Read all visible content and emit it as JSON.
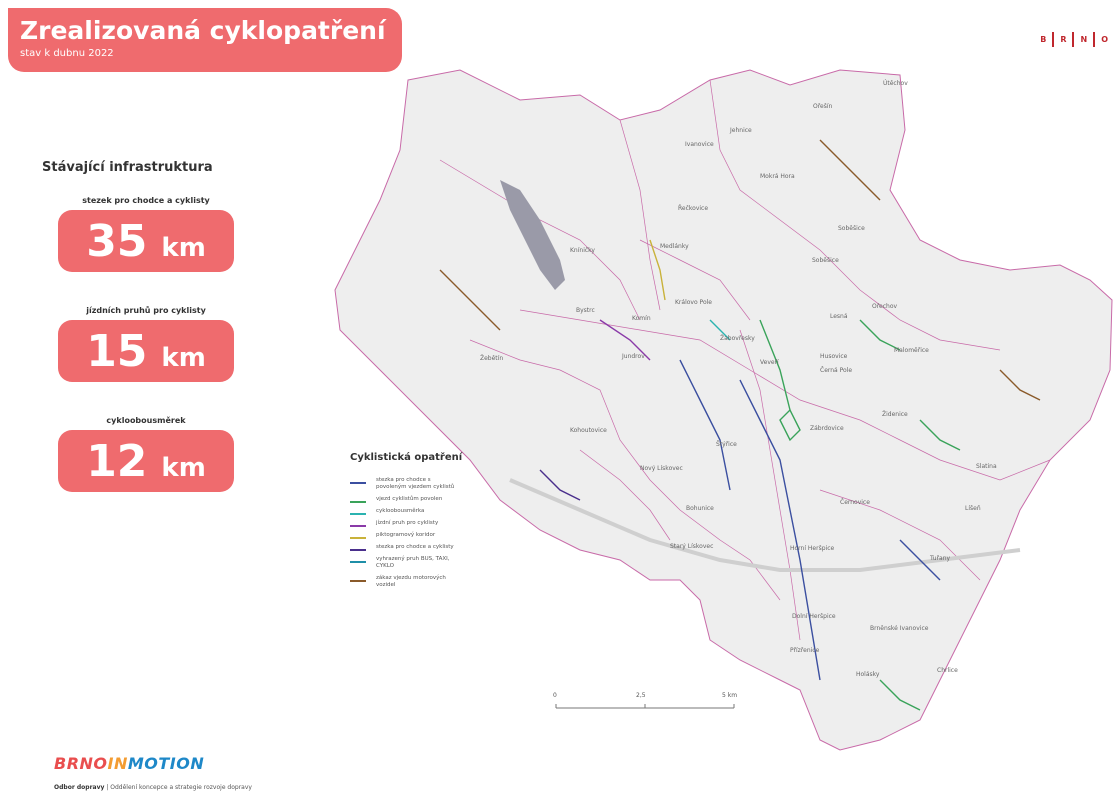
{
  "title": {
    "main": "Zrealizovaná cyklopatření",
    "sub": "stav k dubnu 2022"
  },
  "brand": {
    "logo_letters": [
      "B",
      "R",
      "N",
      "O"
    ],
    "accent_color": "#ef6b6e"
  },
  "infrastructure": {
    "heading": "Stávající infrastruktura",
    "stats": [
      {
        "label": "stezek pro chodce a cyklisty",
        "value": "35",
        "unit": "km"
      },
      {
        "label": "jízdních pruhů pro cyklisty",
        "value": "15",
        "unit": "km"
      },
      {
        "label": "cykloobousměrek",
        "value": "12",
        "unit": "km"
      }
    ]
  },
  "legend": {
    "title": "Cyklistická opatření",
    "items": [
      {
        "text": "stezka pro chodce s povoleným vjezdem cyklistů",
        "color": "#3b4fa0"
      },
      {
        "text": "vjezd cyklistům povolen",
        "color": "#3aa35a"
      },
      {
        "text": "cykloobousměrka",
        "color": "#2bb3b0"
      },
      {
        "text": "jízdní pruh pro cyklisty",
        "color": "#8a3aa8"
      },
      {
        "text": "piktogramový koridor",
        "color": "#c9b23a"
      },
      {
        "text": "stezka pro chodce a cyklisty",
        "color": "#4a2f8c"
      },
      {
        "text": "vyhrazený pruh BUS, TAXI, CYKLO",
        "color": "#1f8fa8"
      },
      {
        "text": "zákaz vjezdu motorových vozidel",
        "color": "#8a5a2a"
      }
    ]
  },
  "map": {
    "districts": [
      "Útěchov",
      "Ořešín",
      "Jehnice",
      "Ivanovice",
      "Mokrá Hora",
      "Řečkovice",
      "Medlánky",
      "Soběšice",
      "Soběšice",
      "Kníničky",
      "Komín",
      "Bystrc",
      "Královo Pole",
      "Žebětín",
      "Jundrov",
      "Žabovřesky",
      "Lesná",
      "Ořechov",
      "Husovice",
      "Černá Pole",
      "Maloměřice",
      "Veveří",
      "Zábrdovice",
      "Židenice",
      "Kohoutovice",
      "Štýřice",
      "Nový Lískovec",
      "Bohunice",
      "Starý Lískovec",
      "Líšeň",
      "Černovice",
      "Horní Heršpice",
      "Dolní Heršpice",
      "Přízřenice",
      "Tuřany",
      "Brněnské Ivanovice",
      "Chrlice",
      "Holásky",
      "Slatina"
    ]
  },
  "scale": {
    "labels": [
      "0",
      "2,5",
      "5 km"
    ]
  },
  "footer": {
    "logo_parts": [
      "BRNO",
      "IN",
      "MOTION"
    ],
    "dept_bold": "Odbor dopravy",
    "dept_rest": "| Oddělení koncepce a strategie rozvoje dopravy"
  }
}
